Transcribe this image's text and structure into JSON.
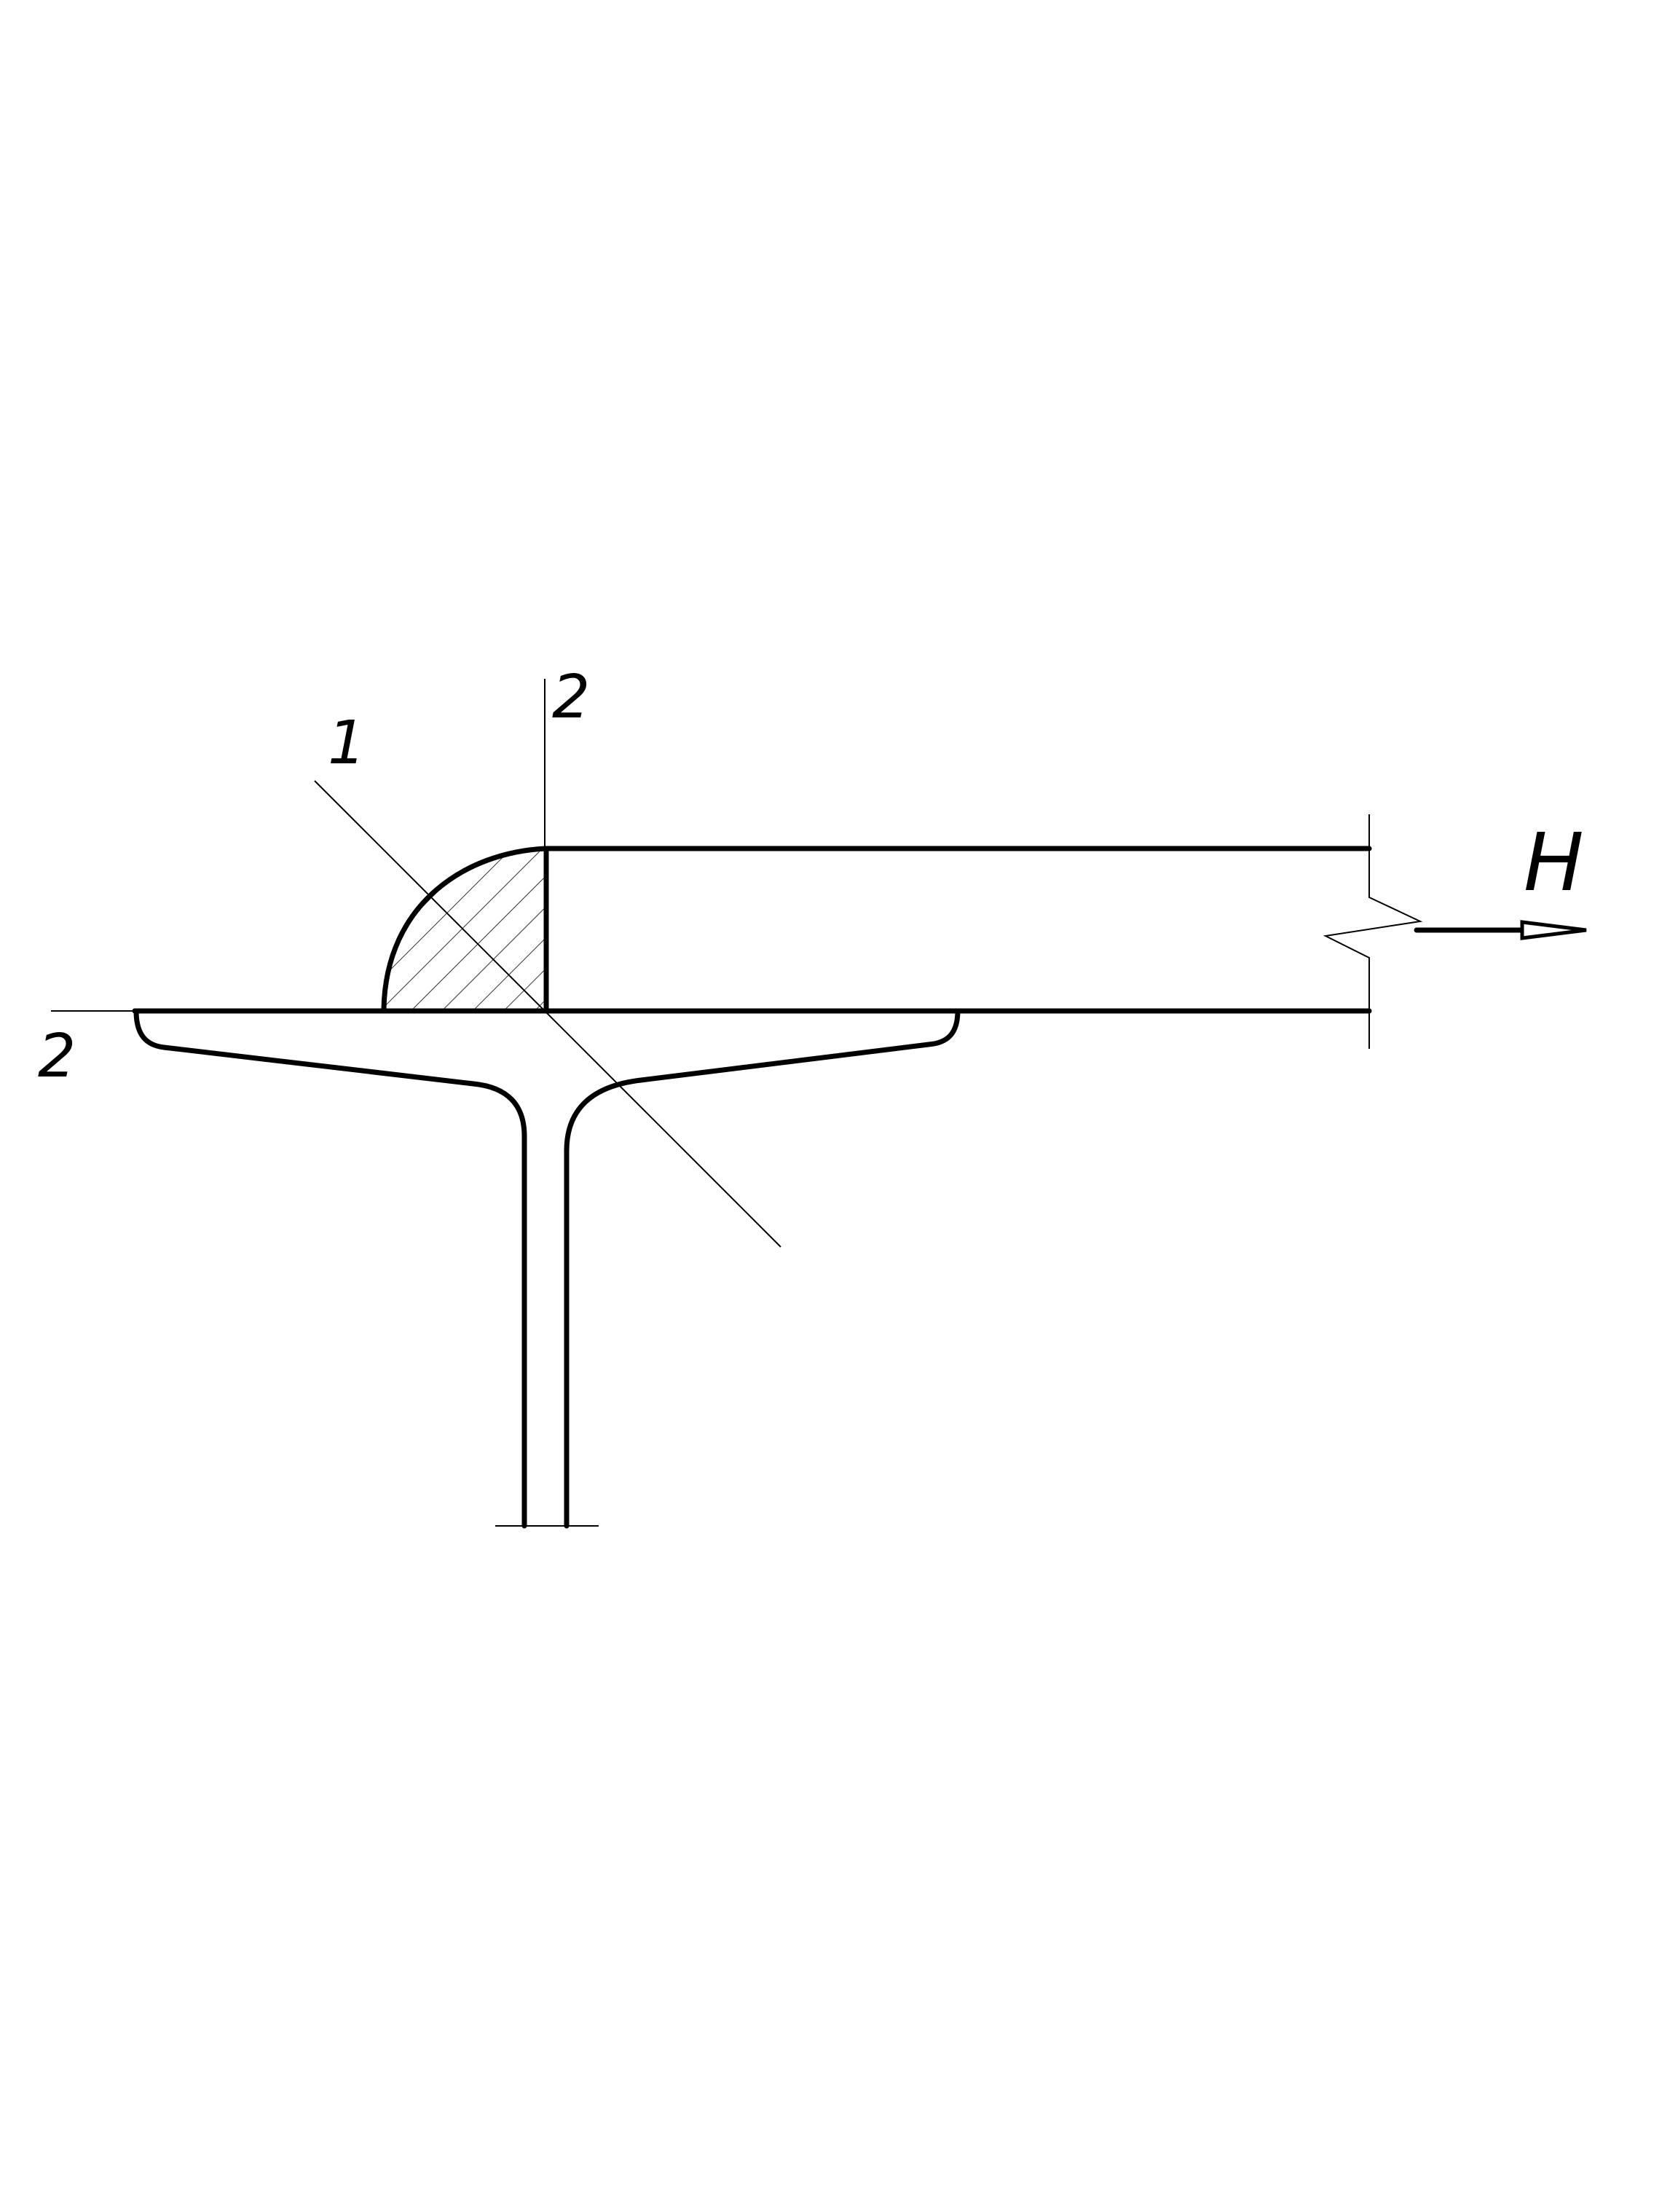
{
  "labels": {
    "section_1": "1",
    "section_2_top": "2",
    "section_2_left": "2",
    "force": "H"
  },
  "colors": {
    "stroke": "#000000",
    "background": "#ffffff"
  }
}
